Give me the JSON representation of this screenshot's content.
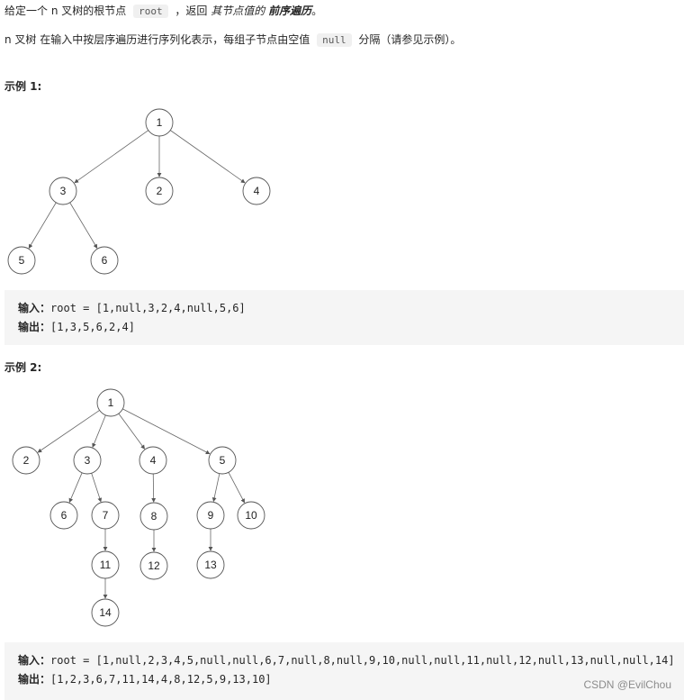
{
  "intro": {
    "line1_prefix": "给定一个 n 叉树的根节点",
    "line1_code": "root",
    "line1_mid": "，返回",
    "line1_italic": "其节点值的",
    "line1_bold": "前序遍历",
    "line1_end": "。",
    "line2_prefix": "n 叉树 在输入中按层序遍历进行序列化表示，每组子节点由空值",
    "line2_code": "null",
    "line2_suffix": "分隔（请参见示例）。"
  },
  "example1": {
    "heading": "示例 1:",
    "tree": {
      "nodes": [
        "1",
        "3",
        "2",
        "4",
        "5",
        "6"
      ],
      "edges": [
        [
          "1",
          "3"
        ],
        [
          "1",
          "2"
        ],
        [
          "1",
          "4"
        ],
        [
          "3",
          "5"
        ],
        [
          "3",
          "6"
        ]
      ]
    },
    "input_label": "输入：",
    "input_value": "root = [1,null,3,2,4,null,5,6]",
    "output_label": "输出：",
    "output_value": "[1,3,5,6,2,4]"
  },
  "example2": {
    "heading": "示例 2:",
    "tree": {
      "nodes": [
        "1",
        "2",
        "3",
        "4",
        "5",
        "6",
        "7",
        "8",
        "9",
        "10",
        "11",
        "12",
        "13",
        "14"
      ],
      "edges": [
        [
          "1",
          "2"
        ],
        [
          "1",
          "3"
        ],
        [
          "1",
          "4"
        ],
        [
          "1",
          "5"
        ],
        [
          "3",
          "6"
        ],
        [
          "3",
          "7"
        ],
        [
          "4",
          "8"
        ],
        [
          "5",
          "9"
        ],
        [
          "5",
          "10"
        ],
        [
          "7",
          "11"
        ],
        [
          "8",
          "12"
        ],
        [
          "9",
          "13"
        ],
        [
          "11",
          "14"
        ]
      ]
    },
    "input_label": "输入：",
    "input_value": "root = [1,null,2,3,4,5,null,null,6,7,null,8,null,9,10,null,null,11,null,12,null,13,null,null,14]",
    "output_label": "输出：",
    "output_value": "[1,2,3,6,7,11,14,4,8,12,5,9,13,10]"
  },
  "watermark": "CSDN @EvilChou"
}
